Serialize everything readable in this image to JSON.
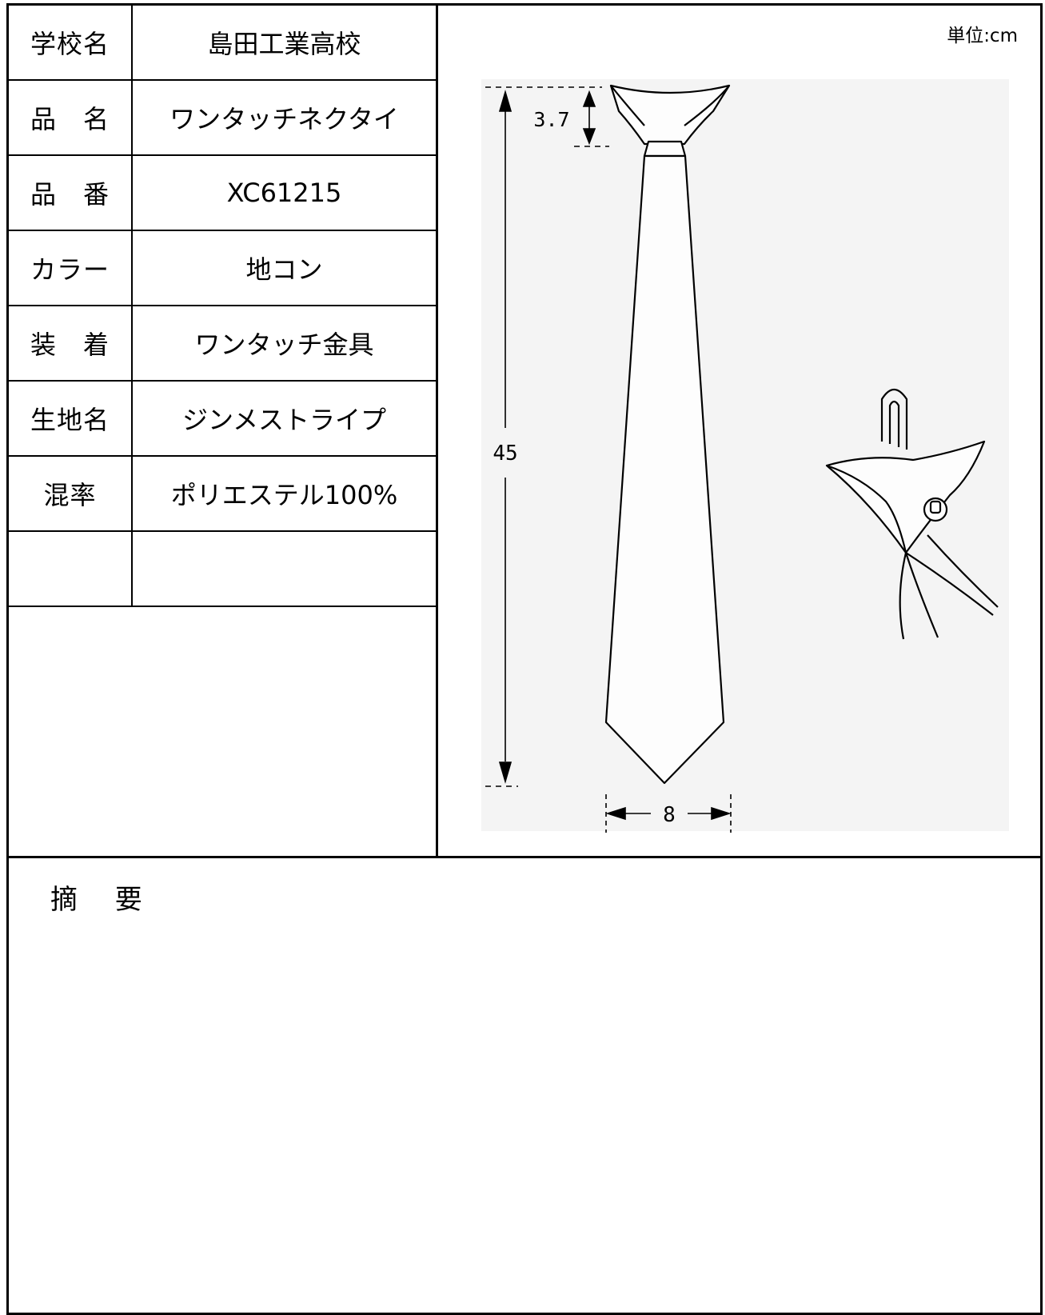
{
  "specs": [
    {
      "label": "学校名",
      "value": "島田工業高校"
    },
    {
      "label": "品　名",
      "value": "ワンタッチネクタイ"
    },
    {
      "label": "品　番",
      "value": "XC61215"
    },
    {
      "label": "カラー",
      "value": "地コン"
    },
    {
      "label": "装　着",
      "value": "ワンタッチ金具"
    },
    {
      "label": "生地名",
      "value": "ジンメストライプ"
    },
    {
      "label": "混率",
      "value": "ポリエステル100%"
    },
    {
      "label": "",
      "value": ""
    }
  ],
  "drawing": {
    "unit": "単位:cm",
    "dim_knot": "3.7",
    "dim_length": "45",
    "dim_width": "8"
  },
  "summary": {
    "label": "摘 要"
  }
}
